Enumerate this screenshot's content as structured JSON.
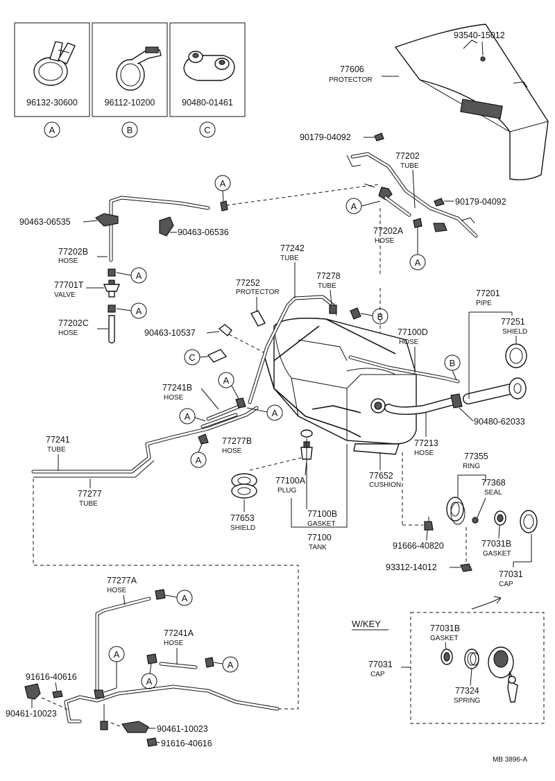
{
  "footer_code": "MB 3896-A",
  "clamp_boxes": [
    {
      "part": "96132-30600",
      "letter": "A"
    },
    {
      "part": "96112-10200",
      "letter": "B"
    },
    {
      "part": "90480-01461",
      "letter": "C"
    }
  ],
  "callout_letters": {
    "a": "A",
    "b": "B",
    "c": "C"
  },
  "labels": {
    "p93540": "93540-15012",
    "p77606": "77606",
    "p77606_name": "PROTECTOR",
    "p90179a": "90179-04092",
    "p77202": "77202",
    "p77202_name": "TUBE",
    "p90179b": "90179-04092",
    "p90463_06535": "90463-06535",
    "p90463_06536": "90463-06536",
    "p77202A": "77202A",
    "p77202A_name": "HOSE",
    "p77202B": "77202B",
    "p77202B_name": "HOSE",
    "p77242": "77242",
    "p77242_name": "TUBE",
    "p77278": "77278",
    "p77278_name": "TUBE",
    "p77252": "77252",
    "p77252_name": "PROTECTOR",
    "p77701T": "77701T",
    "p77701T_name": "VALVE",
    "p77201": "77201",
    "p77201_name": "PIPE",
    "p77251": "77251",
    "p77251_name": "SHIELD",
    "p77202C": "77202C",
    "p77202C_name": "HOSE",
    "p77100D": "77100D",
    "p77100D_name": "HOSE",
    "p90463_10537": "90463-10537",
    "p77241B": "77241B",
    "p77241B_name": "HOSE",
    "p90480_62033": "90480-62033",
    "p77241": "77241",
    "p77241_name": "TUBE",
    "p77277B": "77277B",
    "p77277B_name": "HOSE",
    "p77213": "77213",
    "p77213_name": "HOSE",
    "p77652": "77652",
    "p77652_name": "CUSHION",
    "p77355": "77355",
    "p77355_name": "RING",
    "p77277": "77277",
    "p77277_name": "TUBE",
    "p77100A": "77100A",
    "p77100A_name": "PLUG",
    "p77368": "77368",
    "p77368_name": "SEAL",
    "p77653": "77653",
    "p77653_name": "SHIELD",
    "p77100B": "77100B",
    "p77100B_name": "GASKET",
    "p77100": "77100",
    "p77100_name": "TANK",
    "p91666": "91666-40820",
    "p77031B": "77031B",
    "p77031B_name": "GASKET",
    "p93312": "93312-14012",
    "p77031": "77031",
    "p77031_name": "CAP",
    "p77277A": "77277A",
    "p77277A_name": "HOSE",
    "p77241A": "77241A",
    "p77241A_name": "HOSE",
    "wkey": "W/KEY",
    "k77031B": "77031B",
    "k77031B_name": "GASKET",
    "k77031": "77031",
    "k77031_name": "CAP",
    "k77324": "77324",
    "k77324_name": "SPRING",
    "p91616a": "91616-40616",
    "p90461a": "90461-10023",
    "p90461b": "90461-10023",
    "p91616b": "91616-40616"
  }
}
